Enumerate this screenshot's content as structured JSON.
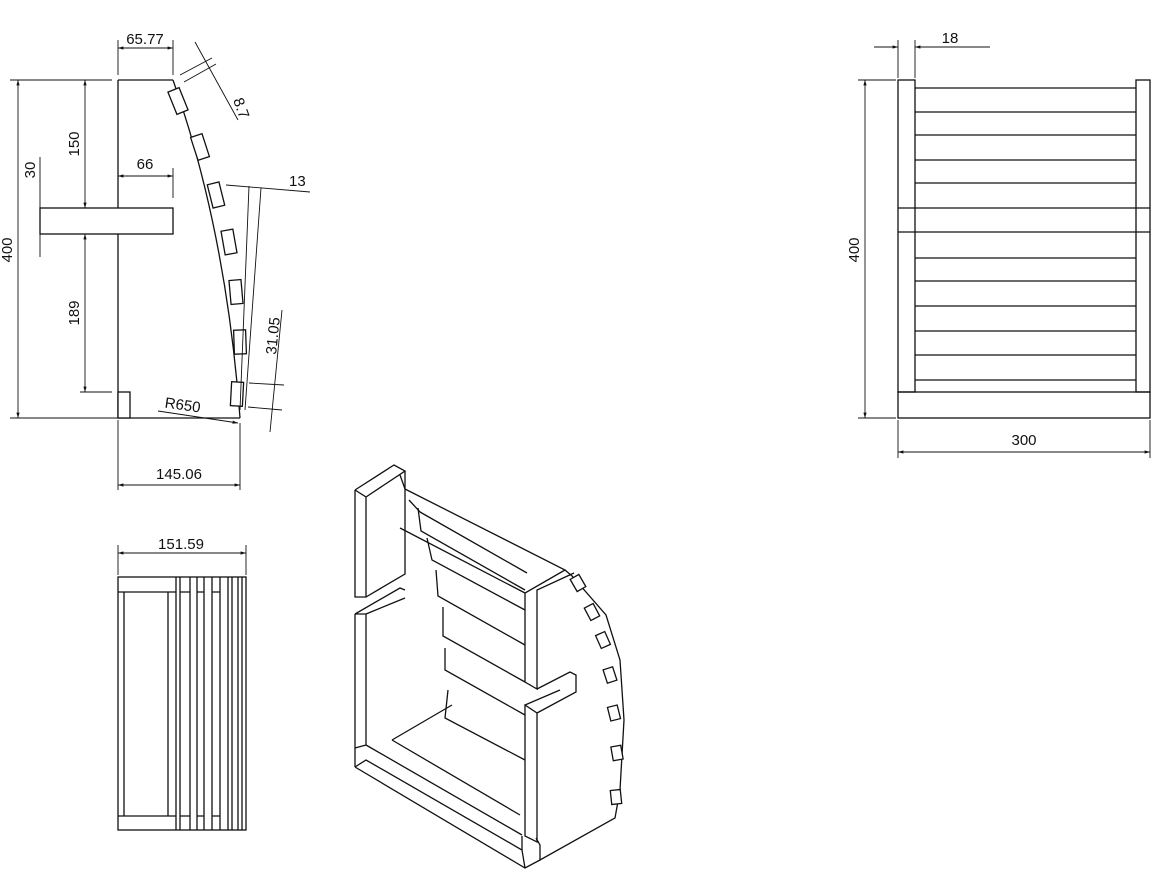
{
  "drawing": {
    "side_view": {
      "dimensions": {
        "top_width": "65.77",
        "slat_thickness": "8.7",
        "shelf_depth": "66",
        "slat_offset": "13",
        "slat_pitch": "31.05",
        "total_height": "400",
        "upper_height": "150",
        "shelf_height": "30",
        "lower_height": "189",
        "radius": "R650",
        "base_width": "145.06"
      },
      "slat_count": 7
    },
    "front_view": {
      "dimensions": {
        "post_width": "18",
        "height": "400",
        "width": "300"
      }
    },
    "top_view": {
      "dimensions": {
        "depth": "151.59"
      }
    }
  }
}
